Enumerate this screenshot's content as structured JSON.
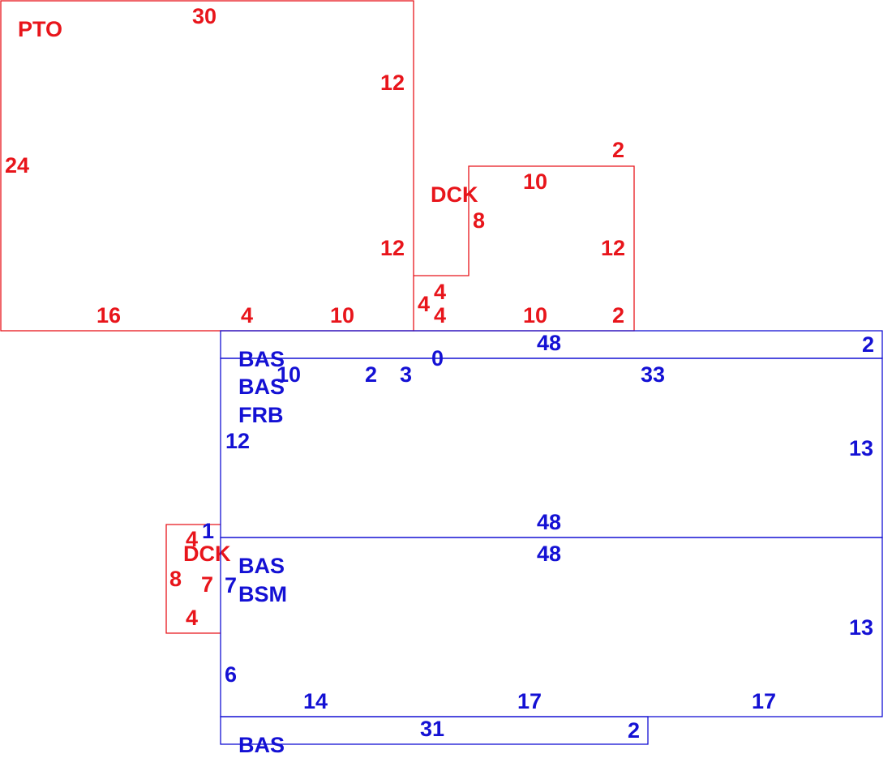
{
  "colors": {
    "red": "#e8151b",
    "blue": "#1411d4",
    "background": "#ffffff"
  },
  "pto": {
    "label": "PTO",
    "dims": {
      "top": "30",
      "left": "24",
      "right_upper": "12",
      "right_lower": "12",
      "bottom_left": "16",
      "bottom_mid": "4",
      "bottom_right": "10"
    }
  },
  "deck_top": {
    "label": "DCK",
    "dims": {
      "corner_top": "2",
      "top": "10",
      "inner_left": "8",
      "right": "12",
      "step_top": "4",
      "step_left": "4",
      "step_bottom": "4",
      "bottom": "10",
      "bottom_right": "2"
    }
  },
  "deck_left": {
    "label": "DCK",
    "dims": {
      "top": "4",
      "left": "8",
      "right": "7",
      "bottom": "4"
    }
  },
  "bas_top_strip": {
    "label": "BAS",
    "dims": {
      "top": "48",
      "right": "2",
      "inner": "0"
    }
  },
  "bas_frb": {
    "labels": [
      "BAS",
      "FRB"
    ],
    "dims": {
      "a": "10",
      "b": "2",
      "c": "3",
      "top": "33",
      "left": "12",
      "right": "13",
      "bottom": "48"
    }
  },
  "bas_bsm": {
    "labels": [
      "BAS",
      "BSM"
    ],
    "dims": {
      "top": "48",
      "left_a": "1",
      "left_b": "7",
      "left_c": "6",
      "right": "13",
      "bottom_a": "14",
      "bottom_b": "17",
      "bottom_c": "17"
    }
  },
  "bas_bottom_strip": {
    "label": "BAS",
    "dims": {
      "top": "31",
      "right": "2"
    }
  }
}
